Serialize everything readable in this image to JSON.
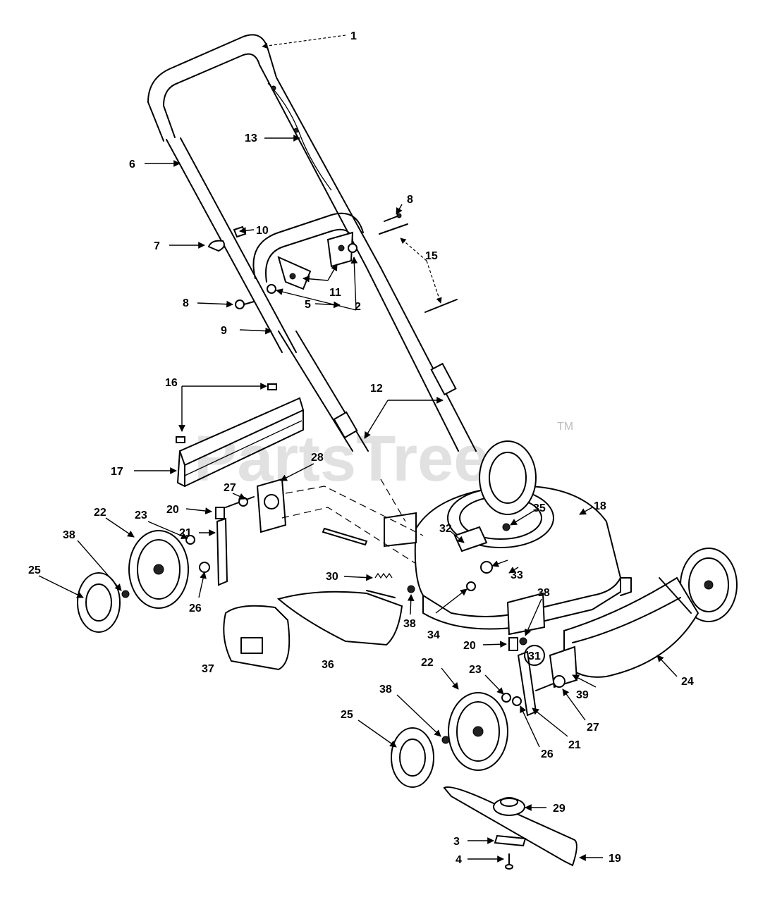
{
  "watermark": {
    "text": "PartsTree",
    "trademark": "TM"
  },
  "callouts": {
    "c1": "1",
    "c2": "2",
    "c3": "3",
    "c4": "4",
    "c5": "5",
    "c6": "6",
    "c7": "7",
    "c8": "8",
    "c9": "9",
    "c10": "10",
    "c11": "11",
    "c12": "12",
    "c13": "13",
    "c15": "15",
    "c16": "16",
    "c17": "17",
    "c18": "18",
    "c19": "19",
    "c20": "20",
    "c21": "21",
    "c22": "22",
    "c23": "23",
    "c24": "24",
    "c25": "25",
    "c26": "26",
    "c27": "27",
    "c28": "28",
    "c29": "29",
    "c30": "30",
    "c31": "31",
    "c32": "32",
    "c33": "33",
    "c34": "34",
    "c35": "35",
    "c36": "36",
    "c37": "37",
    "c38": "38",
    "c39": "39"
  }
}
